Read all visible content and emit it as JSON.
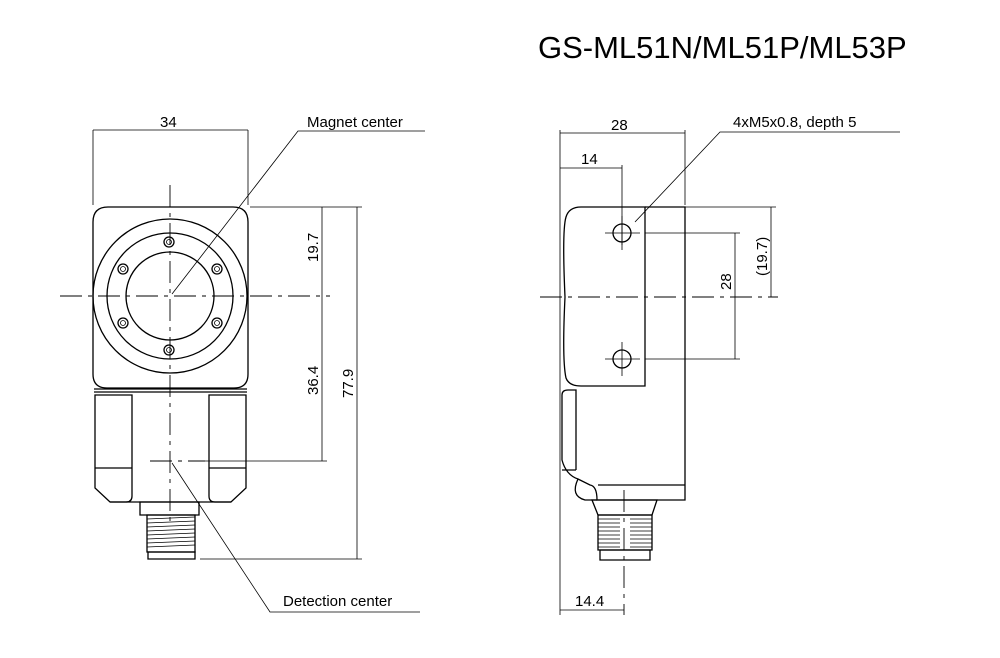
{
  "title": "GS-ML51N/ML51P/ML53P",
  "front_view": {
    "width_dim": "34",
    "magnet_label": "Magnet center",
    "detection_label": "Detection center",
    "dim_top": "19.7",
    "dim_mid": "36.4",
    "dim_total": "77.9"
  },
  "side_view": {
    "width_dim": "28",
    "half_dim": "14",
    "hole_label": "4xM5x0.8, depth 5",
    "hole_pitch": "28",
    "ref_dim": "(19.7)",
    "connector_dim": "14.4"
  }
}
